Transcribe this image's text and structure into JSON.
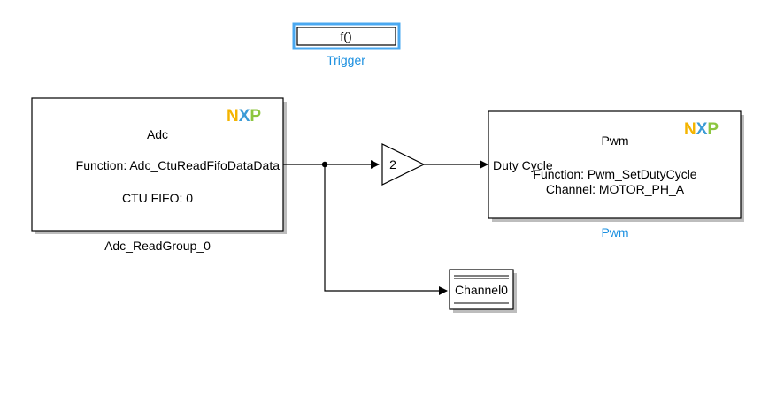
{
  "trigger": {
    "label": "f()",
    "name": "Trigger"
  },
  "adc": {
    "logo": "NXP",
    "title": "Adc",
    "function": "Function: Adc_CtuReadFifoDataData",
    "ctu_fifo": "CTU FIFO: 0",
    "name": "Adc_ReadGroup_0"
  },
  "gain": {
    "value": "2"
  },
  "pwm": {
    "logo": "NXP",
    "title": "Pwm",
    "port": "Duty Cycle",
    "function": "Function: Pwm_SetDutyCycle",
    "channel": "Channel: MOTOR_PH_A",
    "name": "Pwm"
  },
  "display": {
    "label": "Channel0"
  },
  "colors": {
    "highlight": "#4aa8f0",
    "block_name_blue": "#1a8fe0",
    "nxp_n": "#f4b400",
    "nxp_x": "#3c9bd6",
    "nxp_p": "#8cc63f"
  }
}
